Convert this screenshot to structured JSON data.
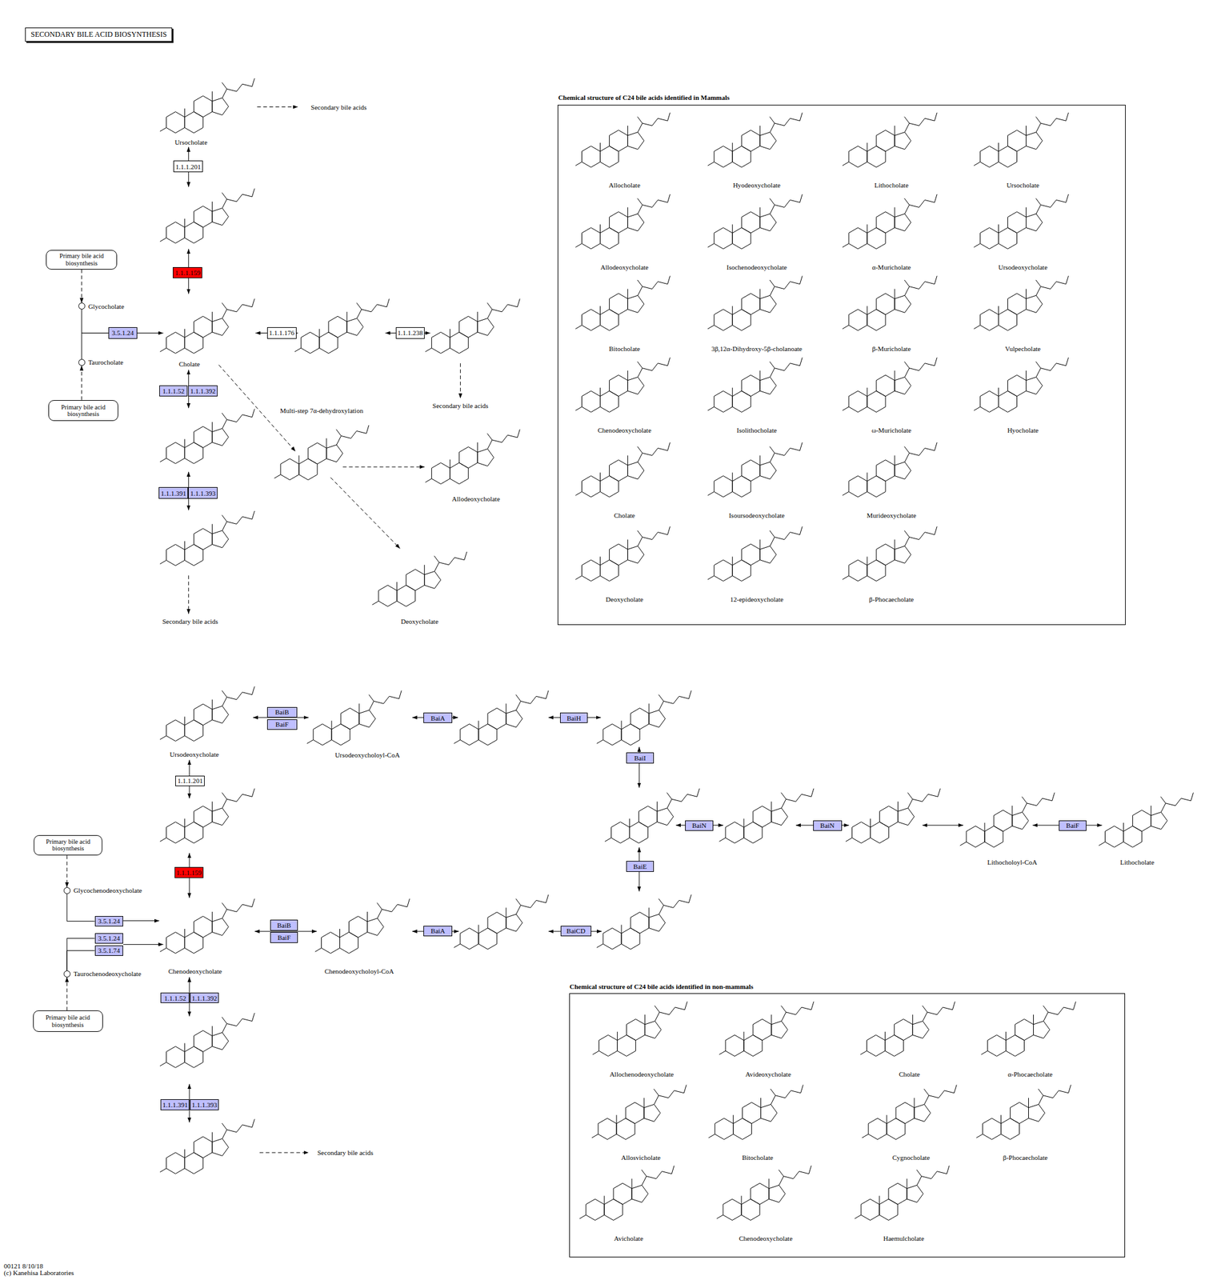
{
  "diagram": {
    "title": "SECONDARY BILE ACID BIOSYNTHESIS",
    "nodes": [
      {
        "text": [
          "Primary bile acid biosynthesis"
        ]
      },
      {
        "text": [
          "Glycocholate"
        ]
      },
      {
        "text": [
          "Primary bile acid biosynthesis"
        ]
      },
      {
        "text": [
          "Taurocholate"
        ]
      },
      {
        "text": [
          "3.5.1.24"
        ]
      },
      {
        "text": [
          "1.1.1.201"
        ]
      },
      {
        "text": [
          "1.1.1.159"
        ]
      },
      {
        "text": [
          "1.1.1.176"
        ]
      },
      {
        "text": [
          "1.1.1.238"
        ]
      },
      {
        "text": [
          "1.1.1.52"
        ]
      },
      {
        "text": [
          "1.1.1.392"
        ]
      },
      {
        "text": [
          "1.1.1.391"
        ]
      },
      {
        "text": [
          "1.1.1.393"
        ]
      },
      {
        "text": [
          "Chemical structure of C24 bile acids identified in Mammals"
        ]
      },
      {
        "text": [
          "BaiB"
        ]
      },
      {
        "text": [
          "BaiF"
        ]
      },
      {
        "text": [
          "BaiA"
        ]
      },
      {
        "text": [
          "BaiH"
        ]
      },
      {
        "text": [
          "BaiI"
        ]
      },
      {
        "text": [
          "BaiN"
        ]
      },
      {
        "text": [
          "BaiN"
        ]
      },
      {
        "text": [
          "BaiF"
        ]
      },
      {
        "text": [
          "BaiE"
        ]
      },
      {
        "text": [
          "BaiCD"
        ]
      },
      {
        "text": [
          "BaiA"
        ]
      },
      {
        "text": [
          "BaiB"
        ]
      },
      {
        "text": [
          "BaiF"
        ]
      },
      {
        "text": [
          "1.1.1.201"
        ]
      },
      {
        "text": [
          "1.1.1.159"
        ]
      },
      {
        "text": [
          "Primary bile acid biosynthesis"
        ]
      },
      {
        "text": [
          "Glycochenodeoxycholate"
        ]
      },
      {
        "text": [
          "3.5.1.24"
        ]
      },
      {
        "text": [
          "3.5.1.24"
        ]
      },
      {
        "text": [
          "3.5.1.74"
        ]
      },
      {
        "text": [
          "Taurochenodeoxycholate"
        ]
      },
      {
        "text": [
          "Primary bile acid biosynthesis"
        ]
      },
      {
        "text": [
          "1.1.1.52"
        ]
      },
      {
        "text": [
          "1.1.1.392"
        ]
      },
      {
        "text": [
          "1.1.1.391"
        ]
      },
      {
        "text": [
          "1.1.1.393"
        ]
      },
      {
        "text": [
          "Chemical structure of C24 bile acids identified in non-mammals"
        ]
      }
    ],
    "edges": [
      {
        "from": 0,
        "to": 1,
        "arrow": "to"
      },
      {
        "from": 2,
        "to": 3,
        "arrow": "to"
      },
      {
        "from": 1,
        "to": 4,
        "arrow": "none"
      },
      {
        "from": 3,
        "to": 4,
        "arrow": "none"
      },
      {
        "from": 29,
        "to": 30,
        "arrow": "to"
      },
      {
        "from": 35,
        "to": 34,
        "arrow": "to"
      },
      {
        "from": 30,
        "to": 31,
        "arrow": "none"
      },
      {
        "from": 34,
        "to": 32,
        "arrow": "none"
      },
      {
        "from": 34,
        "to": 33,
        "arrow": "none"
      }
    ],
    "labels": [
      "Secondary bile acids",
      "Ursocholate",
      "Cholate",
      "Multi-step 7α-dehydroxylation",
      "Secondary bile acids",
      "Allodeoxycholate",
      "Secondary bile acids",
      "Deoxycholate",
      "Allocholate",
      "Hyodeoxycholate",
      "Lithocholate",
      "Ursocholate",
      "Allodeoxycholate",
      "Isochenodeoxycholate",
      "α-Muricholate",
      "Ursodeoxycholate",
      "Bitocholate",
      "3β,12α-Dihydroxy-5β-cholanoate",
      "β-Muricholate",
      "Vulpecholate",
      "Chenodeoxycholate",
      "Isolithocholate",
      "ω-Muricholate",
      "Hyocholate",
      "Cholate",
      "Isoursodeoxycholate",
      "Murideoxycholate",
      "Deoxycholate",
      "12-epideoxycholate",
      "β-Phocaecholate",
      "Ursodeoxycholate",
      "Ursodeoxycholoyl-CoA",
      "Lithocholoyl-CoA",
      "Lithocholate",
      "Chenodeoxycholate",
      "Chenodeoxycholoyl-CoA",
      "Secondary bile acids",
      "Allochenodeoxycholate",
      "Avideoxycholate",
      "Cholate",
      "α-Phocaecholate",
      "Allosvicholate",
      "Bitocholate",
      "Cygnocholate",
      "β-Phocaecholate",
      "Avicholate",
      "Chenodeoxycholate",
      "Haemulcholate",
      "00121 8/10/18",
      "(c) Kanehisa Laboratories"
    ]
  }
}
